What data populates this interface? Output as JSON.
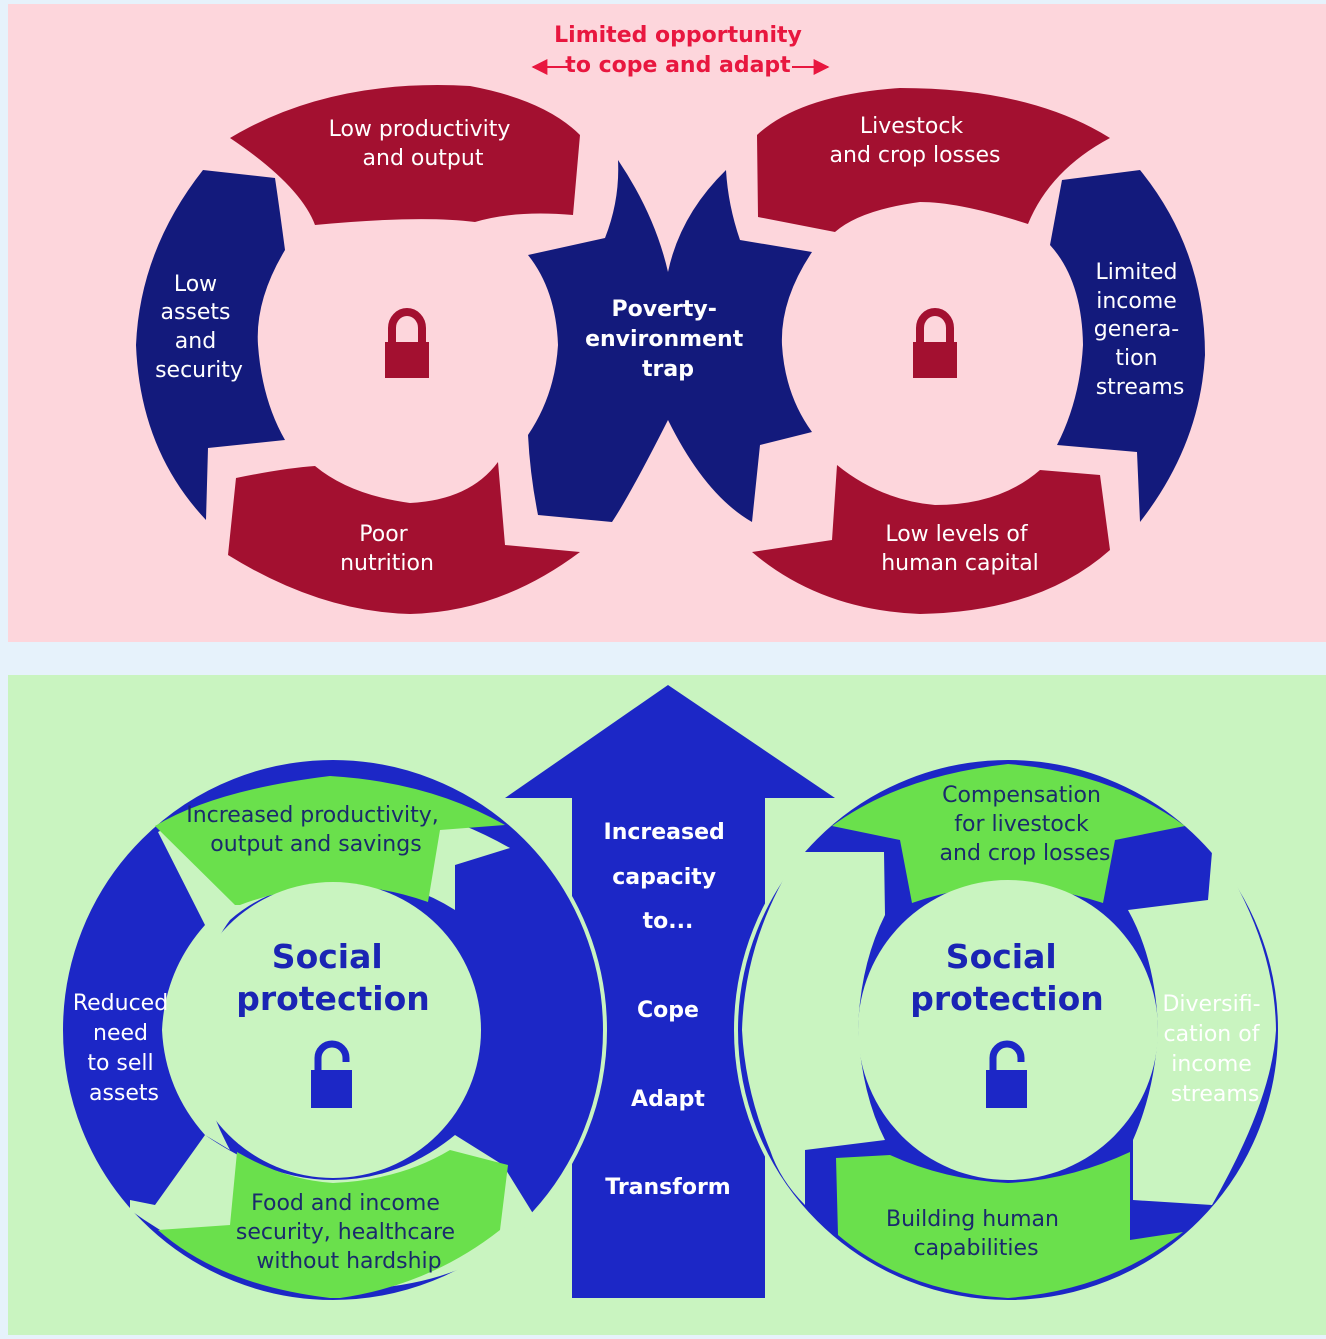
{
  "colors": {
    "top_bg": "#fdd6dc",
    "bottom_bg": "#c9f4c0",
    "gap_bg": "#e6f2fb",
    "red": "#a31030",
    "navy": "#131a7c",
    "blue": "#1c27c6",
    "green": "#6ae04c",
    "accent": "#e8173f"
  },
  "top": {
    "header": {
      "line1": "Limited opportunity",
      "line2": "to cope and adapt"
    },
    "center": {
      "line1": "Poverty-",
      "line2": "environment",
      "line3": "trap"
    },
    "left": {
      "top": {
        "line1": "Low productivity",
        "line2": "and output"
      },
      "left": {
        "line1": "Low",
        "line2": "assets",
        "line3": "and",
        "line4": "security"
      },
      "bottom": {
        "line1": "Poor",
        "line2": "nutrition"
      }
    },
    "right": {
      "top": {
        "line1": "Livestock",
        "line2": "and crop losses"
      },
      "right": {
        "line1": "Limited",
        "line2": "income",
        "line3": "genera-",
        "line4": "tion",
        "line5": "streams"
      },
      "bottom": {
        "line1": "Low levels of",
        "line2": "human capital"
      }
    }
  },
  "bottom": {
    "arrow": {
      "line1": "Increased",
      "line2": "capacity",
      "line3": "to...",
      "cope": "Cope",
      "adapt": "Adapt",
      "transform": "Transform"
    },
    "left": {
      "title": {
        "line1": "Social",
        "line2": "protection"
      },
      "top": {
        "line1": "Increased productivity,",
        "line2": "output and savings"
      },
      "left": {
        "line1": "Reduced",
        "line2": "need",
        "line3": "to sell",
        "line4": "assets"
      },
      "bottom": {
        "line1": "Food and income",
        "line2": "security,  healthcare",
        "line3": "without hardship"
      }
    },
    "right": {
      "title": {
        "line1": "Social",
        "line2": "protection"
      },
      "top": {
        "line1": "Compensation",
        "line2": "for livestock",
        "line3": "and crop losses"
      },
      "right": {
        "line1": "Diversifi-",
        "line2": "cation of",
        "line3": "income",
        "line4": "streams"
      },
      "bottom": {
        "line1": "Building human",
        "line2": "capabilities"
      }
    }
  }
}
